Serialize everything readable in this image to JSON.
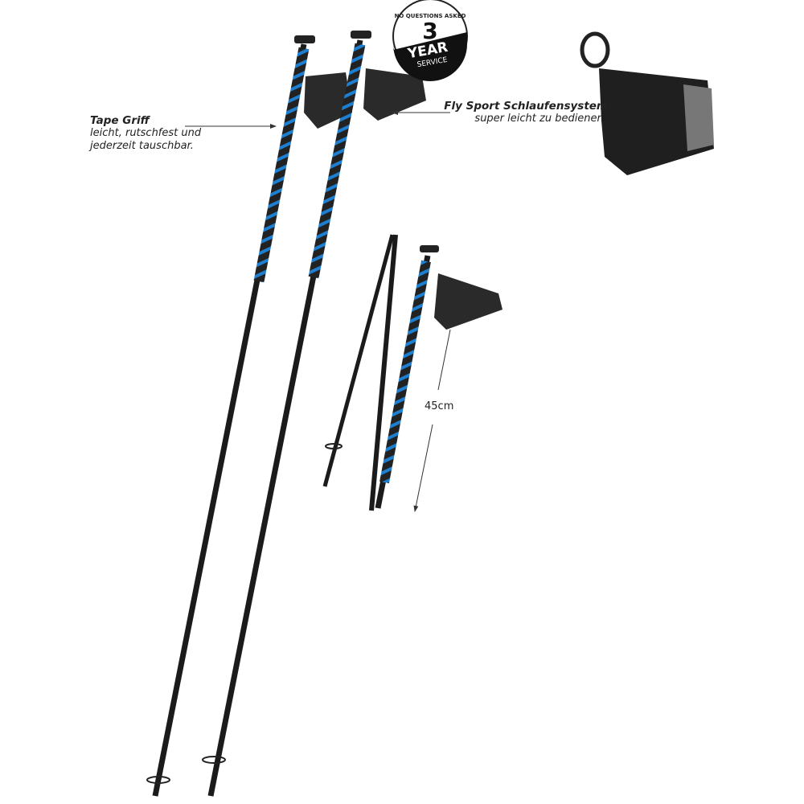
{
  "badge": {
    "top": "NO QUESTIONS ASKED",
    "number": "3",
    "year": "YEAR",
    "service": "SERVICE"
  },
  "callouts": {
    "grip_title": "Tape Griff",
    "grip_line1": "leicht, rutschfest und",
    "grip_line2": "jederzeit tauschbar.",
    "strap_title": "Fly Sport Schlaufensystem",
    "strap_line1": "super leicht zu bedienen!"
  },
  "folded_length": "45cm",
  "colors": {
    "tape": "#1e7fd0",
    "pole": "#1b1b1b"
  }
}
